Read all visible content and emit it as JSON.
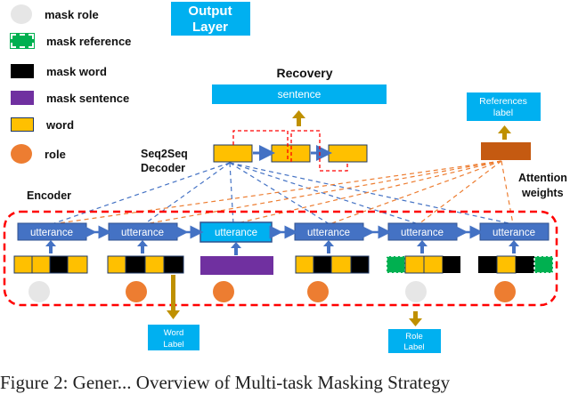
{
  "legend": {
    "mask_role": "mask role",
    "mask_reference": "mask reference",
    "mask_word": "mask word",
    "mask_sentence": "mask sentence",
    "word": "word",
    "role": "role"
  },
  "output_layer": {
    "line1": "Output",
    "line2": "Layer"
  },
  "recovery": "Recovery",
  "sentence": "sentence",
  "references_label": {
    "line1": "References",
    "line2": "label"
  },
  "decoder": {
    "line1": "Seq2Seq",
    "line2": "Decoder"
  },
  "attention": {
    "line1": "Attention",
    "line2": "weights"
  },
  "encoder": "Encoder",
  "utterance": "utterance",
  "word_label": {
    "line1": "Word",
    "line2": "Label"
  },
  "role_label": {
    "line1": "Role",
    "line2": "Label"
  },
  "caption": "Figure 2: Gener... Overview of Multi-task Masking Strategy",
  "colors": {
    "blue_box": "#4472c4",
    "cyan_box": "#00b0f0",
    "yellow": "#ffc000",
    "black": "#000000",
    "purple": "#7030a0",
    "green": "#00b050",
    "orange": "#ed7d31",
    "gray": "#e6e6e6",
    "red_dash": "#ff0000",
    "dark_orange": "#c55a11",
    "gold_arrow": "#bf9000"
  }
}
